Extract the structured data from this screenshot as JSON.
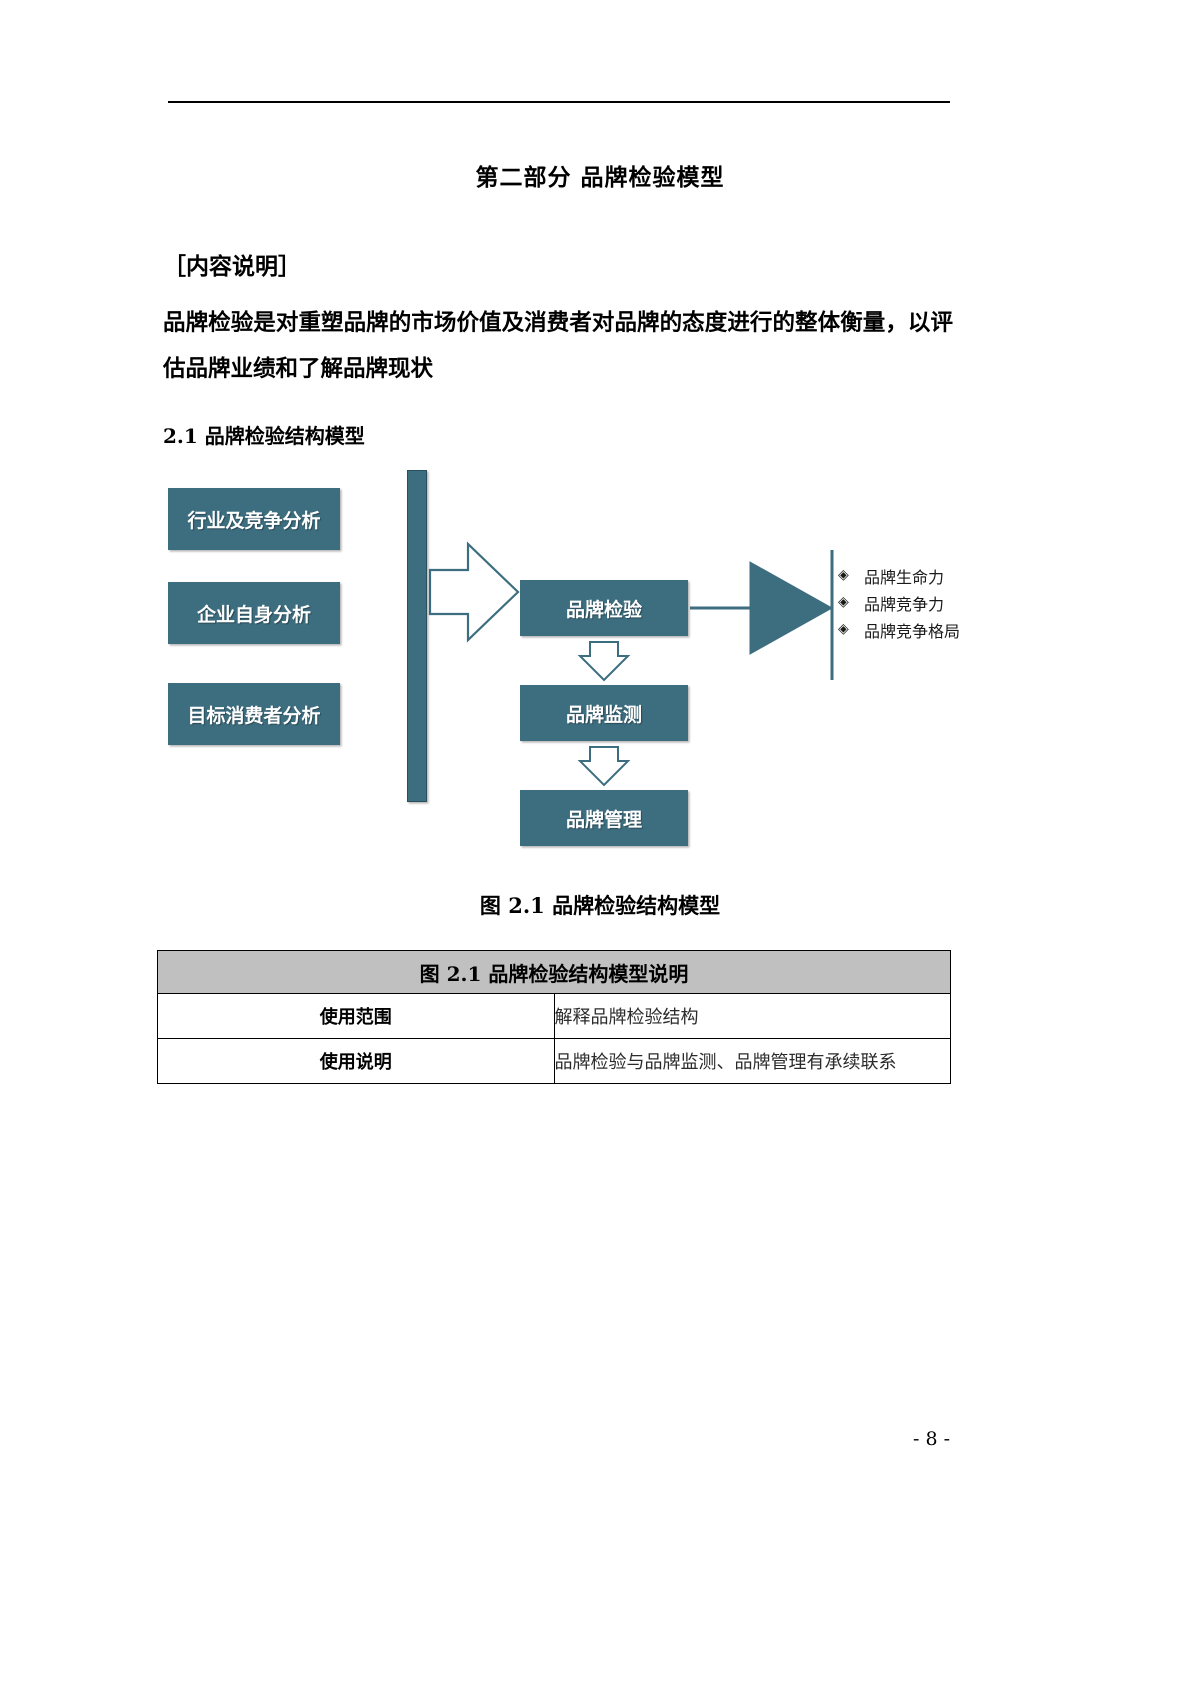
{
  "document": {
    "part_title": "第二部分  品牌检验模型",
    "content_label": "［内容说明］",
    "lead_paragraph": "品牌检验是对重塑品牌的市场价值及消费者对品牌的态度进行的整体衡量，以评估品牌业绩和了解品牌现状",
    "section_heading": "2.1  品牌检验结构模型",
    "figure_caption": "图 2.1  品牌检验结构模型",
    "page_number": "- 8 -"
  },
  "diagram": {
    "accent_color": "#3d6e80",
    "input_boxes": [
      {
        "label": "行业及竞争分析"
      },
      {
        "label": "企业自身分析"
      },
      {
        "label": "目标消费者分析"
      }
    ],
    "process_boxes": [
      {
        "label": "品牌检验"
      },
      {
        "label": "品牌监测"
      },
      {
        "label": "品牌管理"
      }
    ],
    "outputs": [
      {
        "bullet": "◈",
        "label": "品牌生命力"
      },
      {
        "bullet": "◈",
        "label": "品牌竞争力"
      },
      {
        "bullet": "◈",
        "label": "品牌竞争格局"
      }
    ]
  },
  "table": {
    "header": "图 2.1  品牌检验结构模型说明",
    "rows": [
      {
        "key": "使用范围",
        "value": "解释品牌检验结构"
      },
      {
        "key": "使用说明",
        "value": "品牌检验与品牌监测、品牌管理有承续联系"
      }
    ]
  }
}
